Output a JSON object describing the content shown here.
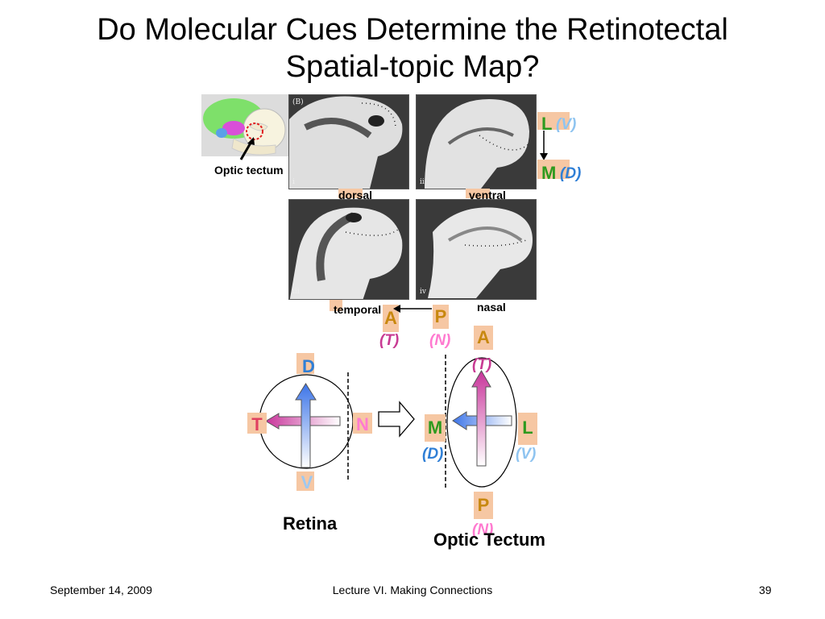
{
  "slide": {
    "title_line1": "Do Molecular Cues Determine the Retinotectal",
    "title_line2": "Spatial-topic Map?"
  },
  "figure": {
    "panel_labels": [
      "(B)",
      "i",
      "ii",
      "iii",
      "iv"
    ],
    "optic_tectum_label": "Optic tectum",
    "dorsal": "dorsal",
    "ventral": "ventral",
    "temporal": "temporal",
    "nasal": "nasal"
  },
  "tectum_axes_top": {
    "L": "L",
    "V": "(V)",
    "M": "M",
    "D": "(D)",
    "A": "A",
    "T": "(T)",
    "P": "P",
    "N": "(N)"
  },
  "retina": {
    "D": "D",
    "V": "V",
    "T": "T",
    "N": "N",
    "caption": "Retina"
  },
  "tectum": {
    "A": "A",
    "T": "(T)",
    "M": "M",
    "D": "(D)",
    "L": "L",
    "V": "(V)",
    "P": "P",
    "N": "(N)",
    "caption": "Optic Tectum"
  },
  "colors": {
    "box": "#f6c7a3",
    "green": "#2e9a1f",
    "blue": "#2f7fd6",
    "magenta": "#d63f9a",
    "orange": "#c8880f",
    "pink": "#ff7ad0"
  },
  "footer": {
    "date": "September 14, 2009",
    "center": "Lecture VI. Making Connections",
    "page": "39"
  }
}
